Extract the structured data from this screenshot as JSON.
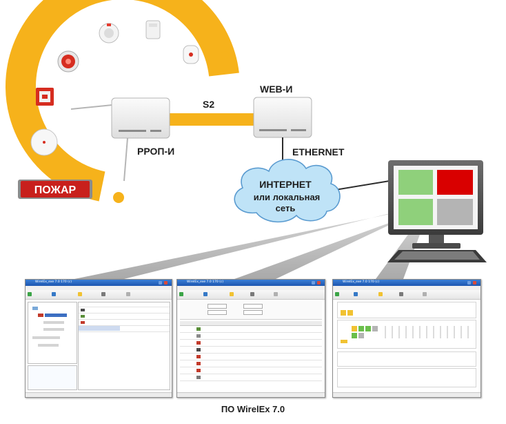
{
  "labels": {
    "rrop": "РРОП-И",
    "s2": "S2",
    "web": "WEB-И",
    "ethernet": "ETHERNET",
    "cloud_line1": "ИНТЕРНЕТ",
    "cloud_line2": "или локальная",
    "cloud_line3": "сеть",
    "fire_sign": "ПОЖАР",
    "caption": "ПО WirelEx 7.0"
  },
  "colors": {
    "arc": "#f6b21b",
    "cloud": "#bfe3f7",
    "cloud_stroke": "#5a9bd0",
    "monitor_green": "#8fd07b",
    "monitor_red": "#d90000",
    "monitor_gray": "#b4b4b4",
    "fire_sign_bg": "#c8201c"
  },
  "devices_on_arc": [
    {
      "name": "fire-sign-device",
      "icon": "fire-sign-icon"
    },
    {
      "name": "smoke-detector",
      "icon": "smoke-detector-icon"
    },
    {
      "name": "manual-call-point",
      "icon": "manual-call-point-icon"
    },
    {
      "name": "siren",
      "icon": "siren-icon"
    },
    {
      "name": "wireless-detector",
      "icon": "wireless-detector-icon"
    },
    {
      "name": "door-sensor",
      "icon": "door-sensor-icon"
    },
    {
      "name": "key-fob",
      "icon": "key-fob-icon"
    }
  ],
  "screenshots": [
    {
      "title": "WirelEx_exe  7.0  170 (c)",
      "kind": "tree"
    },
    {
      "title": "WirelEx_exe  7.0  170 (c)",
      "kind": "table"
    },
    {
      "title": "WirelEx_exe  7.0  170 (c)",
      "kind": "grid"
    }
  ]
}
